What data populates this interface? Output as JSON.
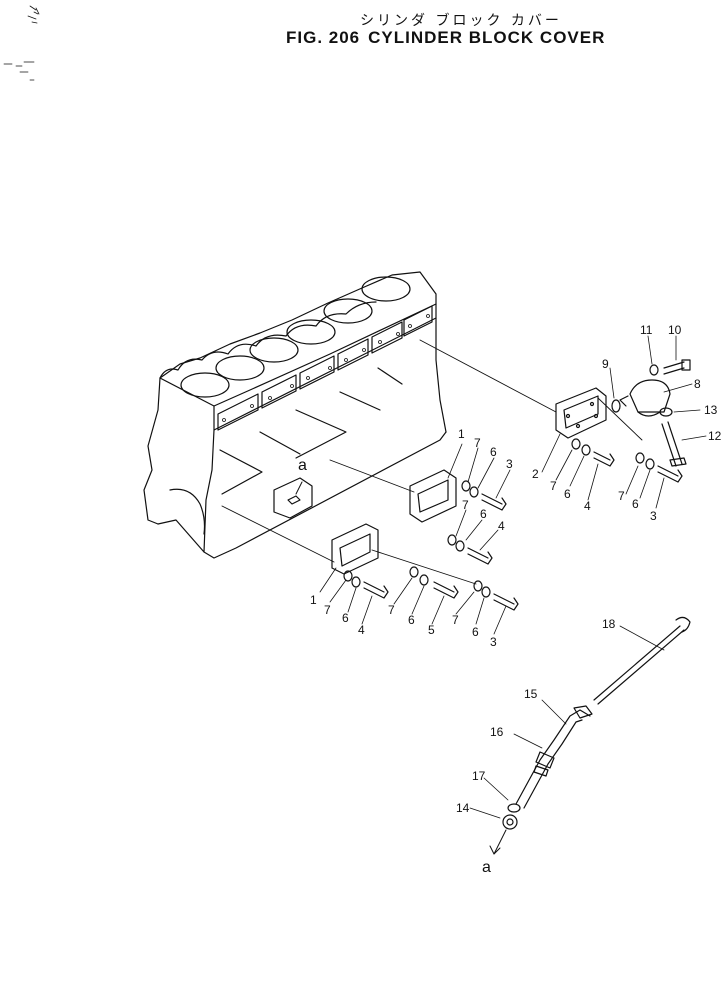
{
  "title": {
    "japanese": "シリンダ ブロック カバー",
    "fig_label": "FIG. 206",
    "name": "CYLINDER BLOCK COVER"
  },
  "callouts": {
    "n1": "1",
    "n2": "2",
    "n3": "3",
    "n4": "4",
    "n5": "5",
    "n6": "6",
    "n7": "7",
    "n8": "8",
    "n9": "9",
    "n10": "10",
    "n11": "11",
    "n12": "12",
    "n13": "13",
    "n14": "14",
    "n15": "15",
    "n16": "16",
    "n17": "17",
    "n18": "18",
    "a": "a"
  }
}
